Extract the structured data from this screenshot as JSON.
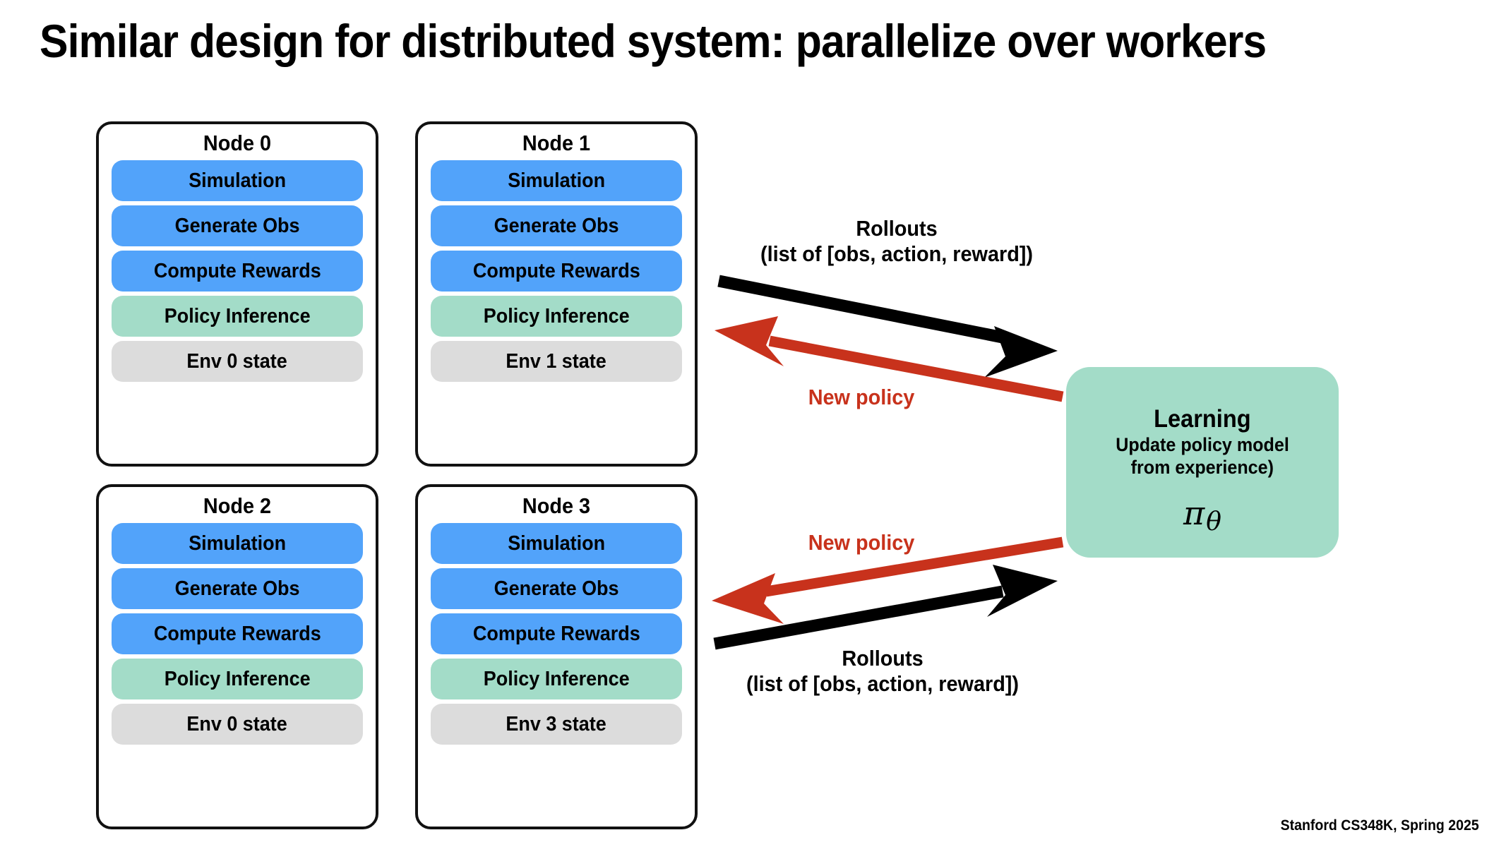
{
  "slide": {
    "title": "Similar design for distributed system: parallelize over workers",
    "footer": "Stanford CS348K, Spring 2025",
    "background_color": "#ffffff"
  },
  "colors": {
    "blue_stage": "#52A3FA",
    "teal_stage": "#A3DCC8",
    "gray_stage": "#DCDCDC",
    "arrow_black": "#000000",
    "arrow_red": "#C8321C",
    "border_black": "#111111"
  },
  "nodes": [
    {
      "title": "Node 0",
      "rows": [
        {
          "label": "Simulation",
          "color_key": "blue_stage"
        },
        {
          "label": "Generate Obs",
          "color_key": "blue_stage"
        },
        {
          "label": "Compute Rewards",
          "color_key": "blue_stage"
        },
        {
          "label": "Policy Inference",
          "color_key": "teal_stage"
        },
        {
          "label": "Env 0 state",
          "color_key": "gray_stage"
        }
      ]
    },
    {
      "title": "Node 1",
      "rows": [
        {
          "label": "Simulation",
          "color_key": "blue_stage"
        },
        {
          "label": "Generate Obs",
          "color_key": "blue_stage"
        },
        {
          "label": "Compute Rewards",
          "color_key": "blue_stage"
        },
        {
          "label": "Policy Inference",
          "color_key": "teal_stage"
        },
        {
          "label": "Env 1 state",
          "color_key": "gray_stage"
        }
      ]
    },
    {
      "title": "Node 2",
      "rows": [
        {
          "label": "Simulation",
          "color_key": "blue_stage"
        },
        {
          "label": "Generate Obs",
          "color_key": "blue_stage"
        },
        {
          "label": "Compute Rewards",
          "color_key": "blue_stage"
        },
        {
          "label": "Policy Inference",
          "color_key": "teal_stage"
        },
        {
          "label": "Env 0 state",
          "color_key": "gray_stage"
        }
      ]
    },
    {
      "title": "Node 3",
      "rows": [
        {
          "label": "Simulation",
          "color_key": "blue_stage"
        },
        {
          "label": "Generate Obs",
          "color_key": "blue_stage"
        },
        {
          "label": "Compute Rewards",
          "color_key": "blue_stage"
        },
        {
          "label": "Policy Inference",
          "color_key": "teal_stage"
        },
        {
          "label": "Env 3 state",
          "color_key": "gray_stage"
        }
      ]
    }
  ],
  "learning": {
    "heading": "Learning",
    "sub_line1": "Update policy model",
    "sub_line2": "from experience)",
    "symbol_base": "π",
    "symbol_sub": "θ"
  },
  "arrow_labels": {
    "top_rollouts_line1": "Rollouts",
    "top_rollouts_line2": "(list of [obs, action, reward])",
    "top_new_policy": "New policy",
    "bottom_new_policy": "New policy",
    "bottom_rollouts_line1": "Rollouts",
    "bottom_rollouts_line2": "(list of [obs, action, reward])"
  }
}
